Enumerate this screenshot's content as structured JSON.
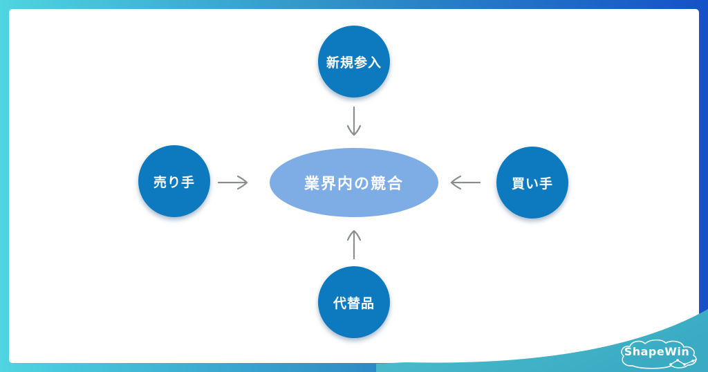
{
  "diagram": {
    "type": "five-forces",
    "center": {
      "label": "業界内の競合",
      "fill": "#7eade6"
    },
    "nodes": {
      "top": {
        "label": "新規参入",
        "arrow_direction": "down"
      },
      "left": {
        "label": "売り手",
        "arrow_direction": "right"
      },
      "right": {
        "label": "買い手",
        "arrow_direction": "left"
      },
      "bottom": {
        "label": "代替品",
        "arrow_direction": "up"
      }
    },
    "node_fill": "#0d7ac0",
    "arrow_color": "#8a8e91"
  },
  "branding": {
    "logo_text": "ShapeWin",
    "logo_icons": [
      "cloud-outline-icon",
      "line-chart-icon"
    ]
  },
  "colors": {
    "frame_gradient_left": "#4ed5e0",
    "frame_gradient_right": "#1551c8",
    "swoosh_teal": "#44b4c7",
    "panel_background": "#ffffff",
    "text_on_shapes": "#ffffff"
  }
}
